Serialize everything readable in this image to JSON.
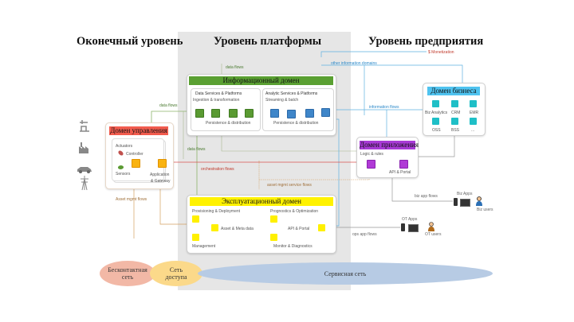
{
  "tiers": {
    "edge": "Оконечный уровень",
    "platform": "Уровень платформы",
    "enterprise": "Уровень предприятия"
  },
  "information_domain": {
    "title": "Информационный домен",
    "data_services": {
      "title": "Data Services & Platforms",
      "top_label": "Ingestion & transformation",
      "bottom_label": "Persistence & distribution"
    },
    "analytic_services": {
      "title": "Analytic Services & Platforms",
      "top_label": "Streaming & batch",
      "bottom_label": "Persistence & distribution"
    }
  },
  "business_domain": {
    "title": "Домен бизнеса",
    "items": [
      "Biz Analytics",
      "CRM",
      "EMR",
      "OSS",
      "BSS",
      "..."
    ]
  },
  "application_domain": {
    "title": "Домен приложения",
    "logic_label": "Logic & rules",
    "api_label": "API & Portal"
  },
  "control_domain": {
    "title": "Домен управления",
    "actuators": "Actuators",
    "controller": "Controller",
    "sensors": "Sensors",
    "gateway_line1": "Application",
    "gateway_line2": "& Gateway"
  },
  "operations_domain": {
    "title": "Эксплуатационный домен",
    "provisioning": "Provisioning & Deployment",
    "asset_meta": "Asset & Meta data",
    "management": "Management",
    "prognostics": "Prognostics & Optimization",
    "api_portal": "API & Portal",
    "monitor": "Monitor & Diagnostics"
  },
  "flows": {
    "data_flows_top": "data flows",
    "data_flows_left": "data flows",
    "data_flows_mid": "data flows",
    "other_info_domains": "other information domains",
    "monetization": "$ Monetization",
    "information_flows": "information flows",
    "orchestration_flows": "orchestration flows",
    "asset_mgmt_service_flows": "asset mgmt service flows",
    "asset_mgmt_flows": "Asset mgmt flows",
    "biz_app_flows": "biz app flows",
    "ops_app_flows": "ops app flows"
  },
  "endpoints": {
    "biz_apps": "Biz Apps",
    "biz_users": "Biz users",
    "ot_apps": "OT Apps",
    "ot_users": "OT users"
  },
  "networks": {
    "proximity_line1": "Бесконтактная",
    "proximity_line2": "сеть",
    "access_line1": "Сеть",
    "access_line2": "доступа",
    "service": "Сервисная сеть"
  },
  "colors": {
    "information": "#5aa032",
    "business": "#4fc3f0",
    "application": "#a83ad6",
    "control": "#f25c4e",
    "operations": "#fff200",
    "proximity_net": "#f2b8a6",
    "access_net": "#fbd98a",
    "service_net": "#b7cbe4"
  }
}
